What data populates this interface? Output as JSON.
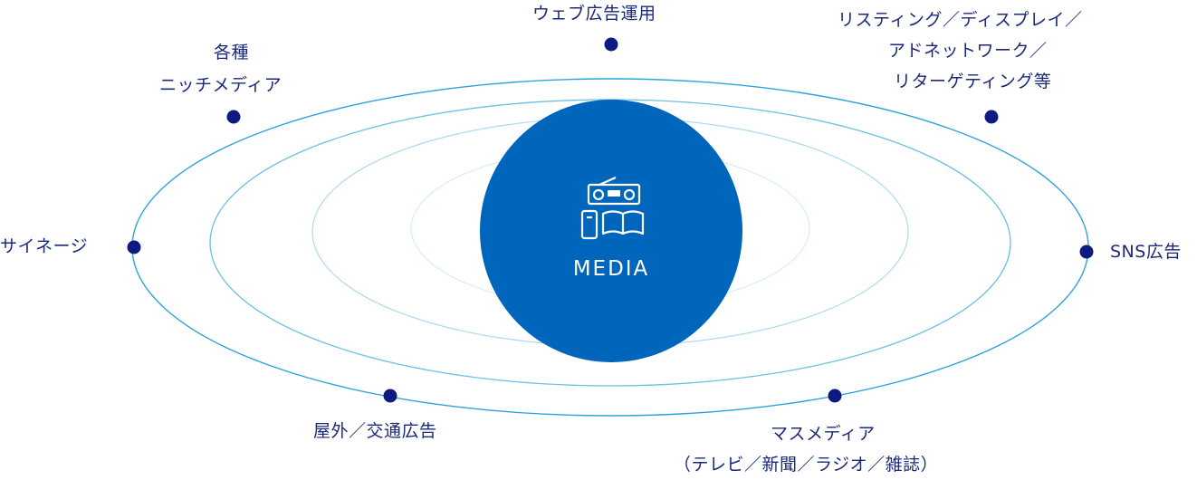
{
  "center": {
    "label": "MEDIA",
    "icon": "media-icon"
  },
  "nodes": [
    {
      "id": "web",
      "lines": [
        "ウェブ広告運用"
      ]
    },
    {
      "id": "listing",
      "lines": [
        "リスティング／ディスプレイ／",
        "アドネットワーク／",
        "リターゲティング等"
      ]
    },
    {
      "id": "sns",
      "lines": [
        "SNS広告"
      ]
    },
    {
      "id": "mass",
      "lines": [
        "マスメディア",
        "（テレビ／新聞／ラジオ／雑誌）"
      ]
    },
    {
      "id": "outdoor",
      "lines": [
        "屋外／交通広告"
      ]
    },
    {
      "id": "signage",
      "lines": [
        "サイネージ"
      ]
    },
    {
      "id": "niche",
      "lines": [
        "各種",
        "ニッチメディア"
      ]
    }
  ],
  "colors": {
    "center_fill": "#0066bc",
    "node_dot": "#0d1a80",
    "label": "#1b2a78",
    "orbit_outer": "#2ea3d6",
    "orbit_2": "#6cc0e4",
    "orbit_3": "#a9daef",
    "orbit_4": "#d2ecf6"
  }
}
